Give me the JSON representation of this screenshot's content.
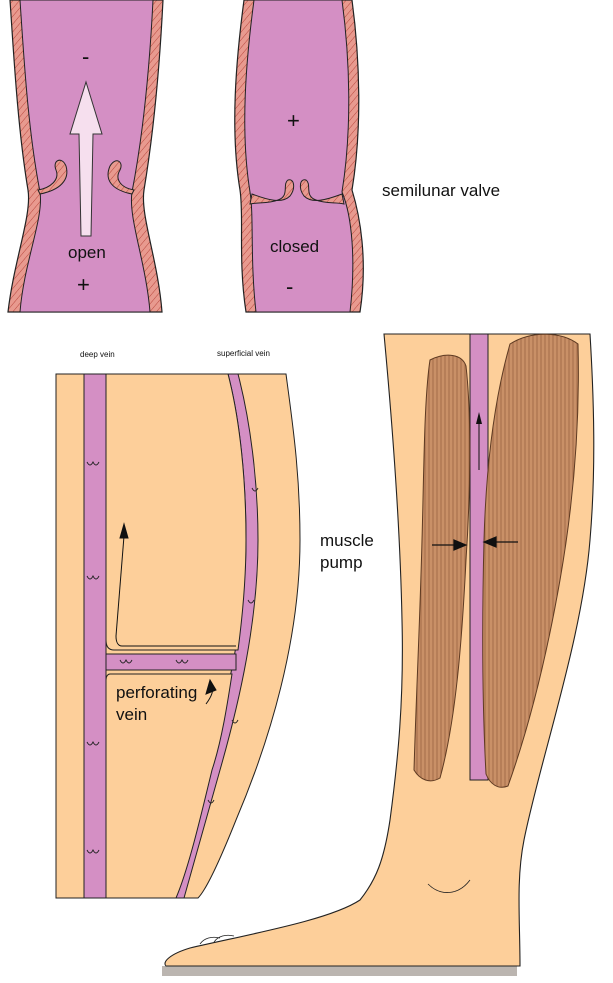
{
  "labels": {
    "minus_top_left": "-",
    "plus_bottom_left": "+",
    "open": "open",
    "plus_top_right": "+",
    "minus_bottom_right": "-",
    "closed": "closed",
    "semilunar_valve": "semilunar valve",
    "deep_vein": "deep vein",
    "superficial_vein": "superficial vein",
    "perforating_vein_line1": "perforating",
    "perforating_vein_line2": "vein",
    "muscle_pump_line1": "muscle",
    "muscle_pump_line2": "pump"
  },
  "colors": {
    "vein_fill": "#d48fc4",
    "vein_wall": "#e2857d",
    "skin": "#fdcf9a",
    "muscle": "#c2895c",
    "muscle_dark": "#8a5a38",
    "outline": "#222222",
    "arrow_fill": "#f6dfee"
  }
}
